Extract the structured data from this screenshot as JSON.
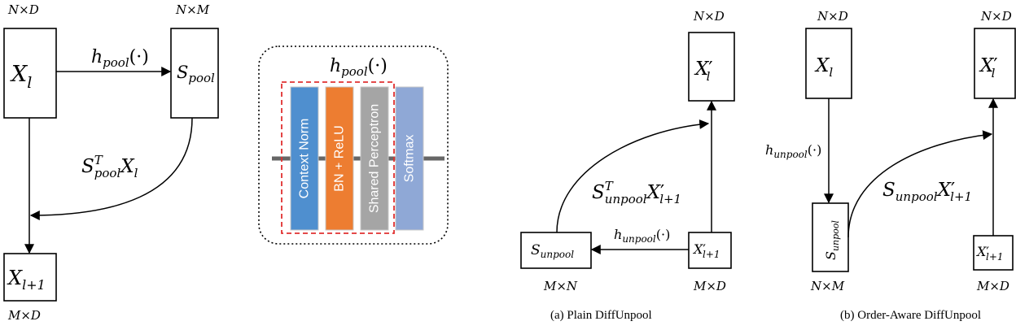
{
  "left_panel": {
    "top_left_dim": "N×D",
    "top_right_dim": "N×M",
    "x_l": {
      "base": "X",
      "sub": "l"
    },
    "s_pool": {
      "base": "S",
      "sub": "pool"
    },
    "h_pool": {
      "base": "h",
      "sub": "pool",
      "arg": "(·)"
    },
    "transfer": {
      "base": "S",
      "sup": "T",
      "sub": "pool",
      "tail": "X",
      "tail_sub": "l"
    },
    "x_next": {
      "base": "X",
      "sub": "l+1"
    },
    "bottom_dim": "M×D"
  },
  "module": {
    "title": {
      "base": "h",
      "sub": "pool",
      "arg": "(·)"
    },
    "layers": [
      {
        "label": "Context Norm",
        "color": "#4f8fcf"
      },
      {
        "label": "BN + ReLU",
        "color": "#ed7d31"
      },
      {
        "label": "Shared Perceptron",
        "color": "#a5a5a5"
      },
      {
        "label": "Softmax",
        "color": "#8fa8d6"
      }
    ],
    "dashed_color": "#e03030"
  },
  "panel_a": {
    "top_dim": "N×D",
    "x_prime": {
      "base": "X",
      "prime": "′",
      "sub": "l"
    },
    "transfer": {
      "base": "S",
      "sup": "T",
      "sub": "unpool",
      "tail": "X",
      "tail_prime": "′",
      "tail_sub": "l+1"
    },
    "s_unpool": {
      "base": "S",
      "sub": "unpool"
    },
    "h_unpool": {
      "base": "h",
      "sub": "unpool",
      "arg": "(·)"
    },
    "x_prime_next": {
      "base": "X",
      "prime": "′",
      "sub": "l+1"
    },
    "dim_left": "M×N",
    "dim_right": "M×D",
    "caption": "(a) Plain DiffUnpool"
  },
  "panel_b": {
    "dim_top_left": "N×D",
    "dim_top_right": "N×D",
    "x_l": {
      "base": "X",
      "sub": "l"
    },
    "x_prime": {
      "base": "X",
      "prime": "′",
      "sub": "l"
    },
    "h_unpool": {
      "base": "h",
      "sub": "unpool",
      "arg": "(·)"
    },
    "transfer": {
      "base": "S",
      "sub": "unpool",
      "tail": "X",
      "tail_prime": "′",
      "tail_sub": "l+1"
    },
    "s_unpool_vertical": {
      "base": "S",
      "sub": "unpool"
    },
    "x_prime_next": {
      "base": "X",
      "prime": "′",
      "sub": "l+1"
    },
    "dim_bottom_left": "N×M",
    "dim_bottom_right": "M×D",
    "caption": "(b) Order-Aware DiffUnpool"
  }
}
